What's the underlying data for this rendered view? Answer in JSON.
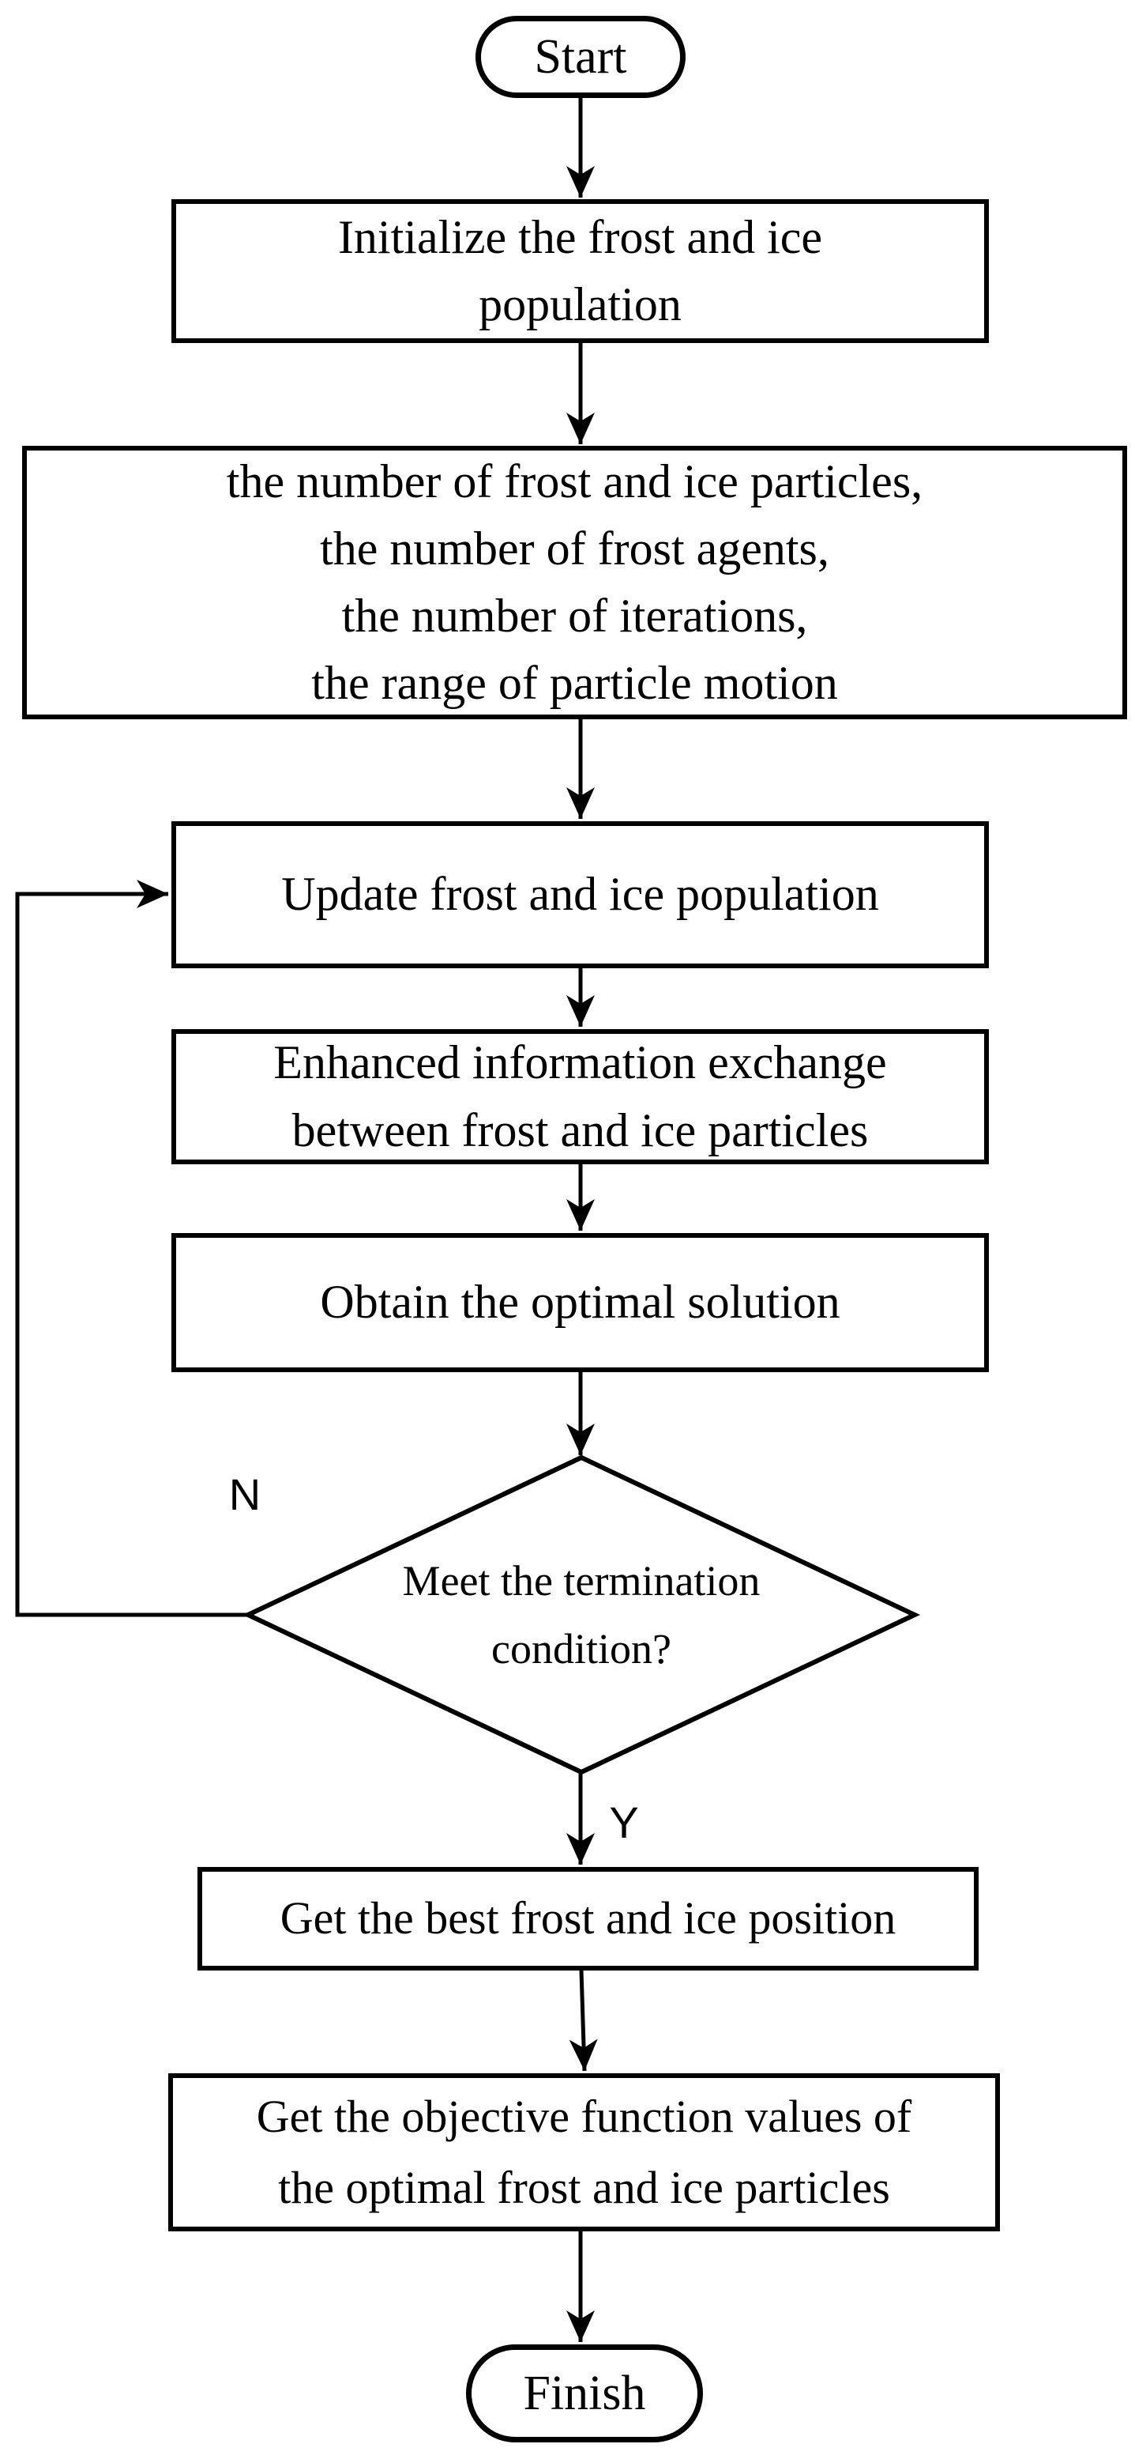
{
  "diagram": {
    "colors": {
      "stroke": "#000000",
      "background": "#ffffff"
    },
    "nodes": {
      "start": {
        "label": "Start"
      },
      "initialize": {
        "line1": "Initialize the frost and ice",
        "line2": "population"
      },
      "parameters": {
        "line1": "the number of frost and ice particles,",
        "line2": "the number of frost agents,",
        "line3": "the number of iterations,",
        "line4": "the range of particle motion"
      },
      "update": {
        "label": "Update frost and ice population"
      },
      "exchange": {
        "line1": "Enhanced information exchange",
        "line2": "between frost and ice particles"
      },
      "optimal": {
        "label": "Obtain the optimal solution"
      },
      "decision": {
        "line1": "Meet the termination",
        "line2": "condition?"
      },
      "best_position": {
        "label": "Get the best frost and ice position"
      },
      "objective_values": {
        "line1": "Get the objective function values of",
        "line2": "the optimal frost and ice particles"
      },
      "finish": {
        "label": "Finish"
      }
    },
    "branch_labels": {
      "no": "N",
      "yes": "Y"
    }
  }
}
